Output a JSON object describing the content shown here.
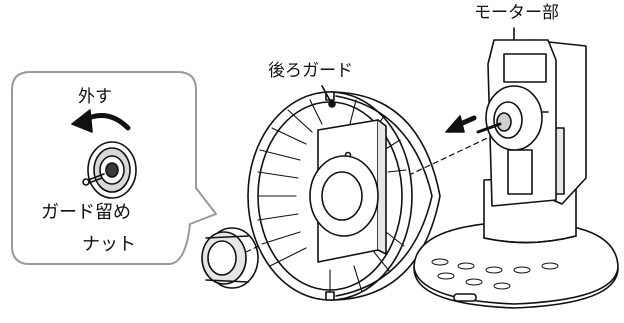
{
  "labels": {
    "motor_part": "モーター部",
    "rear_guard": "後ろガード",
    "remove": "外す",
    "guard_nut_line1": "ガード留め",
    "guard_nut_line2": "ナット"
  },
  "colors": {
    "line": "#111111",
    "fill": "#ffffff",
    "shade": "#cfcfcf",
    "dark": "#3a3a3a"
  },
  "icons": {
    "rotate_arrow": "curved-arrow-left-icon",
    "direction_arrow": "arrow-left-icon"
  }
}
